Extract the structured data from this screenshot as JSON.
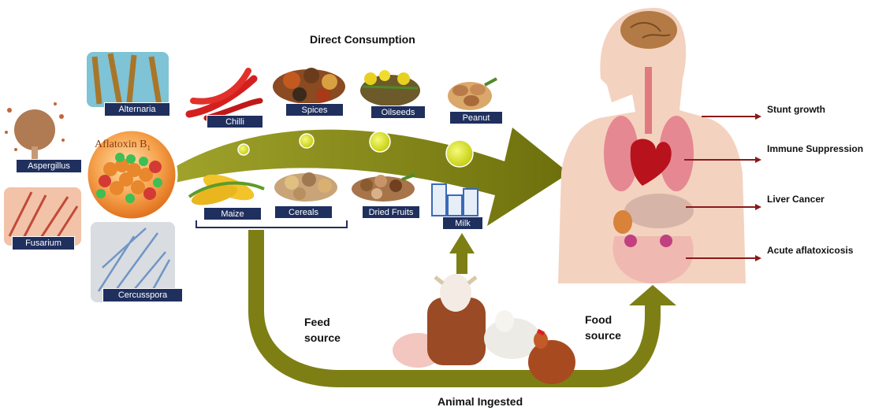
{
  "headings": {
    "direct_consumption": "Direct Consumption",
    "animal_ingested": "Animal Ingested",
    "feed_source_line1": "Feed",
    "feed_source_line2": "source",
    "food_source_line1": "Food",
    "food_source_line2": "source"
  },
  "toxin": {
    "name_prefix": "Aflatoxin B",
    "name_subscript": "1"
  },
  "fungi": [
    {
      "label": "Aspergillus"
    },
    {
      "label": "Alternaria"
    },
    {
      "label": "Fusarium"
    },
    {
      "label": "Cercusspora"
    }
  ],
  "foods_top": [
    {
      "label": "Chilli"
    },
    {
      "label": "Spices"
    },
    {
      "label": "Oilseeds"
    },
    {
      "label": "Peanut"
    }
  ],
  "foods_bottom": [
    {
      "label": "Maize"
    },
    {
      "label": "Cereals"
    },
    {
      "label": "Dried Fruits"
    },
    {
      "label": "Milk"
    }
  ],
  "health_effects": [
    {
      "label": "Stunt growth"
    },
    {
      "label": "Immune Suppression"
    },
    {
      "label": "Liver Cancer"
    },
    {
      "label": "Acute aflatoxicosis"
    }
  ],
  "colors": {
    "arrow": "#7d7f14",
    "arrow_light": "#9fa32a",
    "label_bg": "#1f2f5e",
    "effect_arrow": "#8b1a1a",
    "bubble": "#d6de1c",
    "body_skin": "#f4d2c0"
  }
}
